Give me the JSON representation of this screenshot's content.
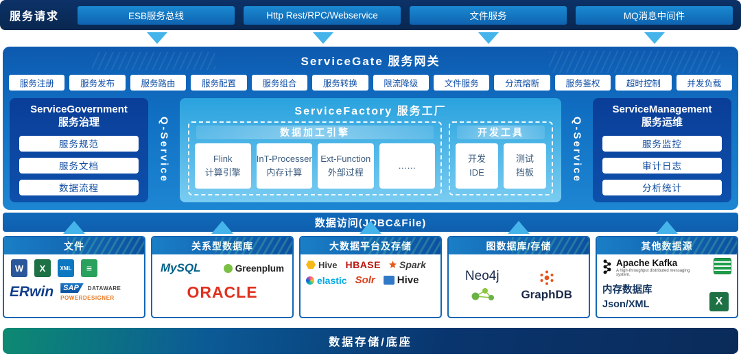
{
  "colors": {
    "navy": "#092750",
    "panel_blue": "#1171c4",
    "arrow_blue": "#45b4ea",
    "box_border": "#1266b4",
    "oracle_red": "#e0301e",
    "greenplum_green": "#7ac143",
    "kafka_black": "#111111",
    "excel_green": "#1e7145"
  },
  "top": {
    "label": "服务请求",
    "channels": [
      "ESB服务总线",
      "Http Rest/RPC/Webservice",
      "文件服务",
      "MQ消息中间件"
    ]
  },
  "gateway": {
    "title": "ServiceGate  服务网关",
    "features": [
      "服务注册",
      "服务发布",
      "服务路由",
      "服务配置",
      "服务组合",
      "服务转换",
      "限流降级",
      "文件服务",
      "分流熔断",
      "服务鉴权",
      "超时控制",
      "并发负载"
    ]
  },
  "left_bus": "Q-Service",
  "right_bus": "Q-Service",
  "governance": {
    "title_en": "ServiceGovernment",
    "title_cn": "服务治理",
    "items": [
      "服务规范",
      "服务文档",
      "数据流程"
    ]
  },
  "factory": {
    "title": "ServiceFactory  服务工厂",
    "engine_title": "数据加工引擎",
    "engine_items": [
      {
        "l1": "Flink",
        "l2": "计算引擎"
      },
      {
        "l1": "InT-Processer",
        "l2": "内存计算"
      },
      {
        "l1": "Ext-Function",
        "l2": "外部过程"
      },
      {
        "l1": "……",
        "l2": ""
      }
    ],
    "tools_title": "开发工具",
    "tools_items": [
      {
        "l1": "开发",
        "l2": "IDE"
      },
      {
        "l1": "测试",
        "l2": "挡板"
      }
    ]
  },
  "management": {
    "title_en": "ServiceManagement",
    "title_cn": "服务运维",
    "items": [
      "服务监控",
      "审计日志",
      "分析统计"
    ]
  },
  "data_access_label": "数据访问(JDBC&File)",
  "datasources": {
    "files": {
      "title": "文件",
      "icons": [
        "W",
        "X",
        "XML",
        "≡"
      ],
      "erwin": "ERwin",
      "sap": "SAP",
      "dataware": "DATAWARE",
      "powerdesigner": "POWERDESIGNER"
    },
    "rdbms": {
      "title": "关系型数据库",
      "mysql": "MySQL",
      "greenplum": "Greenplum",
      "oracle": "ORACLE"
    },
    "bigdata": {
      "title": "大数据平台及存储",
      "hive1": "Hive",
      "hbase": "HBASE",
      "spark": "Spark",
      "elastic": "elastic",
      "solr": "Solr",
      "hive2": "Hive"
    },
    "graph": {
      "title": "图数据库/存储",
      "neo4j": "Neo4j",
      "graphdb": "GraphDB"
    },
    "other": {
      "title": "其他数据源",
      "kafka": "Apache Kafka",
      "kafka_tagline": "A high-throughput distributed messaging system.",
      "memdb": "内存数据库",
      "json": "Json/XML",
      "excel_label": "X"
    }
  },
  "bottom_label": "数据存储/底座"
}
